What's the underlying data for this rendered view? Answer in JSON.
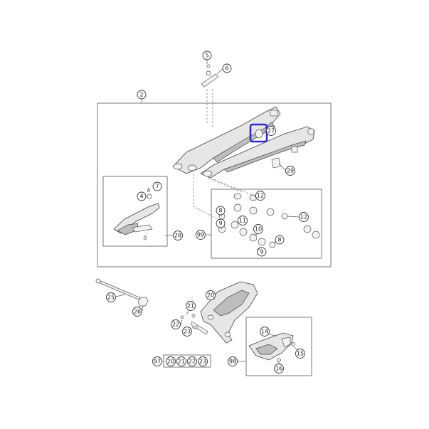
{
  "callouts": {
    "c2": "2",
    "c5": "5",
    "c6": "6",
    "c27": "27",
    "c29": "29",
    "c4": "4",
    "c7": "7",
    "c28": "28",
    "c12a": "12",
    "c8a": "8",
    "c11": "11",
    "c10": "10",
    "c12b": "12",
    "c8b": "8",
    "c9a": "9",
    "c9b": "9",
    "c99": "99",
    "c25": "25",
    "c26": "26",
    "c20": "20",
    "c21": "21",
    "c22": "22",
    "c23": "23",
    "c14": "14",
    "c15": "15",
    "c16": "16",
    "c98": "98",
    "c97": "97",
    "k20": "20",
    "k21": "21",
    "k22": "22",
    "k23": "23"
  },
  "colors": {
    "highlight": "#2b2bd0",
    "line": "#444444",
    "part_fill": "#e6e6e6"
  }
}
